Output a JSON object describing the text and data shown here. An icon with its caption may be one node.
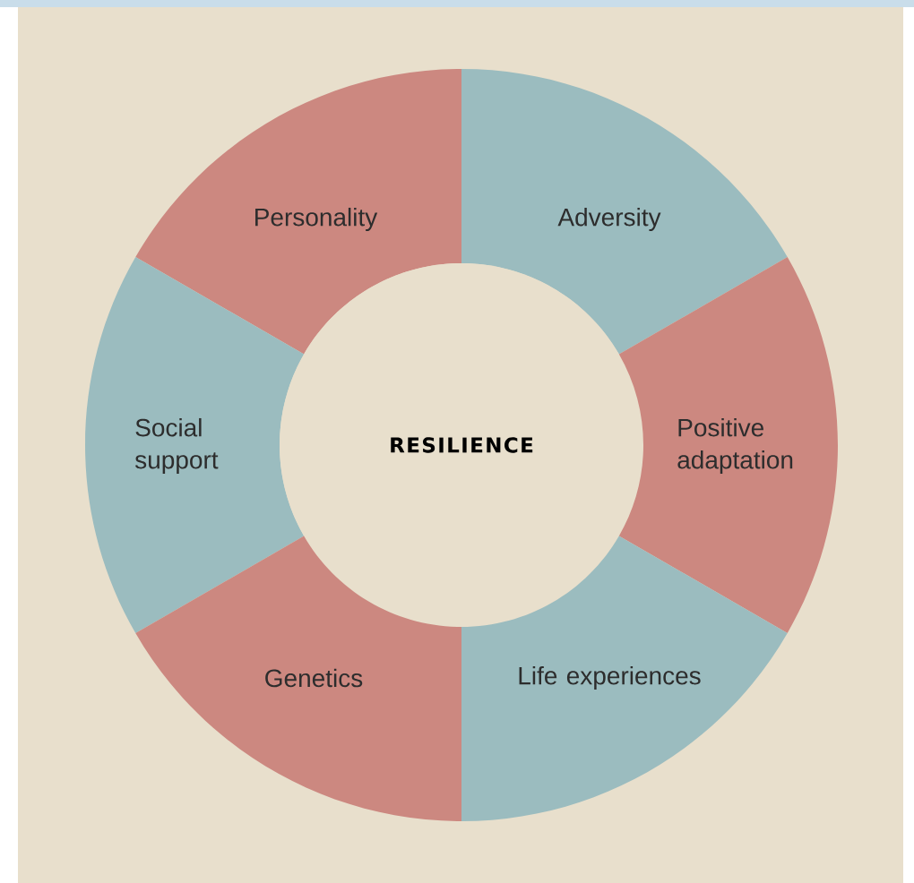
{
  "diagram": {
    "nodes": [
      {
        "text": [
          "Personality"
        ]
      },
      {
        "text": [
          "Adversity"
        ]
      },
      {
        "text": [
          "Social support"
        ]
      },
      {
        "text": [
          "RESILIENCE"
        ]
      },
      {
        "text": [
          "Positive adaptation"
        ]
      },
      {
        "text": [
          "Genetics"
        ]
      },
      {
        "text": [
          "Life experiences"
        ]
      }
    ]
  }
}
